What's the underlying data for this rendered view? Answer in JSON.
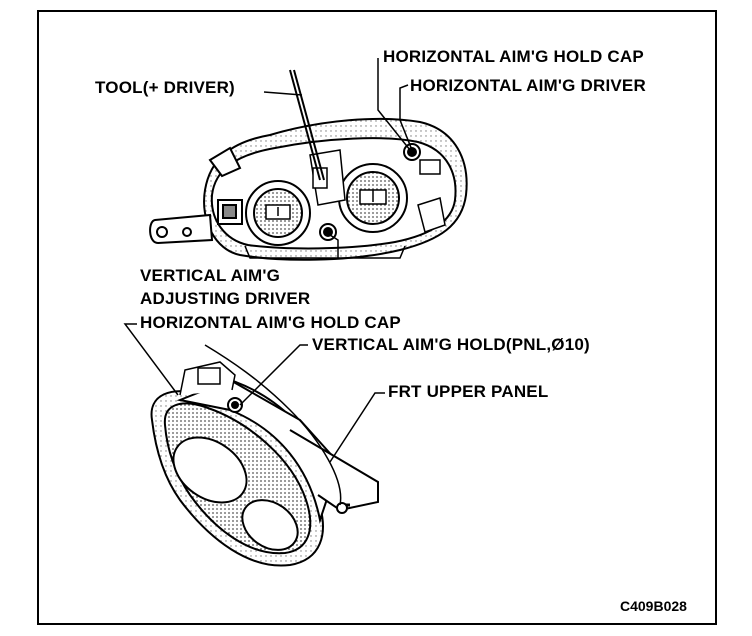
{
  "labels": {
    "tool_driver": "TOOL(+ DRIVER)",
    "horizontal_hold_cap_top": "HORIZONTAL AIM'G HOLD CAP",
    "horizontal_driver": "HORIZONTAL AIM'G DRIVER",
    "vertical_adjusting_line1": "VERTICAL AIM'G",
    "vertical_adjusting_line2": "ADJUSTING DRIVER",
    "horizontal_hold_cap_bottom": "HORIZONTAL AIM'G HOLD CAP",
    "vertical_hold": "VERTICAL AIM'G HOLD(PNL,Ø10)",
    "frt_upper_panel": "FRT UPPER PANEL"
  },
  "figure_code": "C409B028",
  "colors": {
    "ink": "#000000",
    "paper": "#ffffff",
    "shade": "#9a9a9a"
  }
}
